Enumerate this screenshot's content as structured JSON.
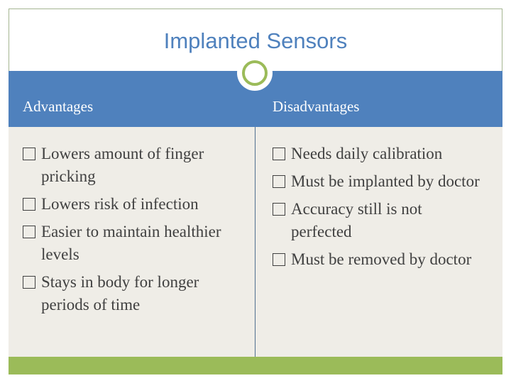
{
  "slide": {
    "title": "Implanted Sensors",
    "colors": {
      "title": "#4f81bd",
      "header_fill": "#4f81bd",
      "body_fill": "#efede7",
      "accent": "#9bbb59",
      "text": "#404040"
    }
  },
  "table": {
    "headers": [
      "Advantages",
      "Disadvantages"
    ],
    "advantages": [
      "Lowers amount of finger pricking",
      "Lowers risk of infection",
      "Easier to maintain healthier levels",
      "Stays in body for longer periods of time"
    ],
    "disadvantages": [
      "Needs daily calibration",
      "Must be implanted by doctor",
      "Accuracy still is not perfected",
      "Must be removed by doctor"
    ]
  }
}
